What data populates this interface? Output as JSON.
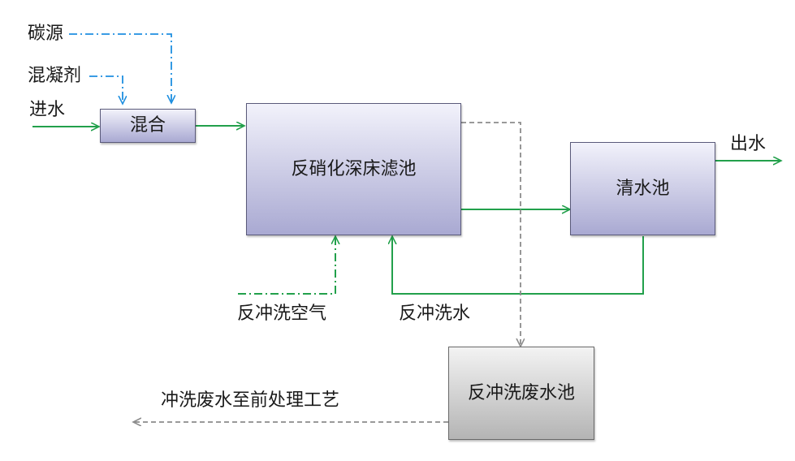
{
  "inputs": {
    "carbon_source": "碳源",
    "coagulant": "混凝剂",
    "influent": "进水"
  },
  "units": {
    "mixing": "混合",
    "denitrification_filter": "反硝化深床滤池",
    "clear_water_tank": "清水池",
    "backwash_wastewater_tank": "反冲洗废水池"
  },
  "outputs": {
    "effluent": "出水",
    "backwash_air": "反冲洗空气",
    "backwash_water": "反冲洗水",
    "wastewater_return": "冲洗废水至前处理工艺"
  },
  "colors": {
    "green_line": "#22a04b",
    "blue_line": "#1e8fe0",
    "grey_line": "#8c8c8c"
  }
}
